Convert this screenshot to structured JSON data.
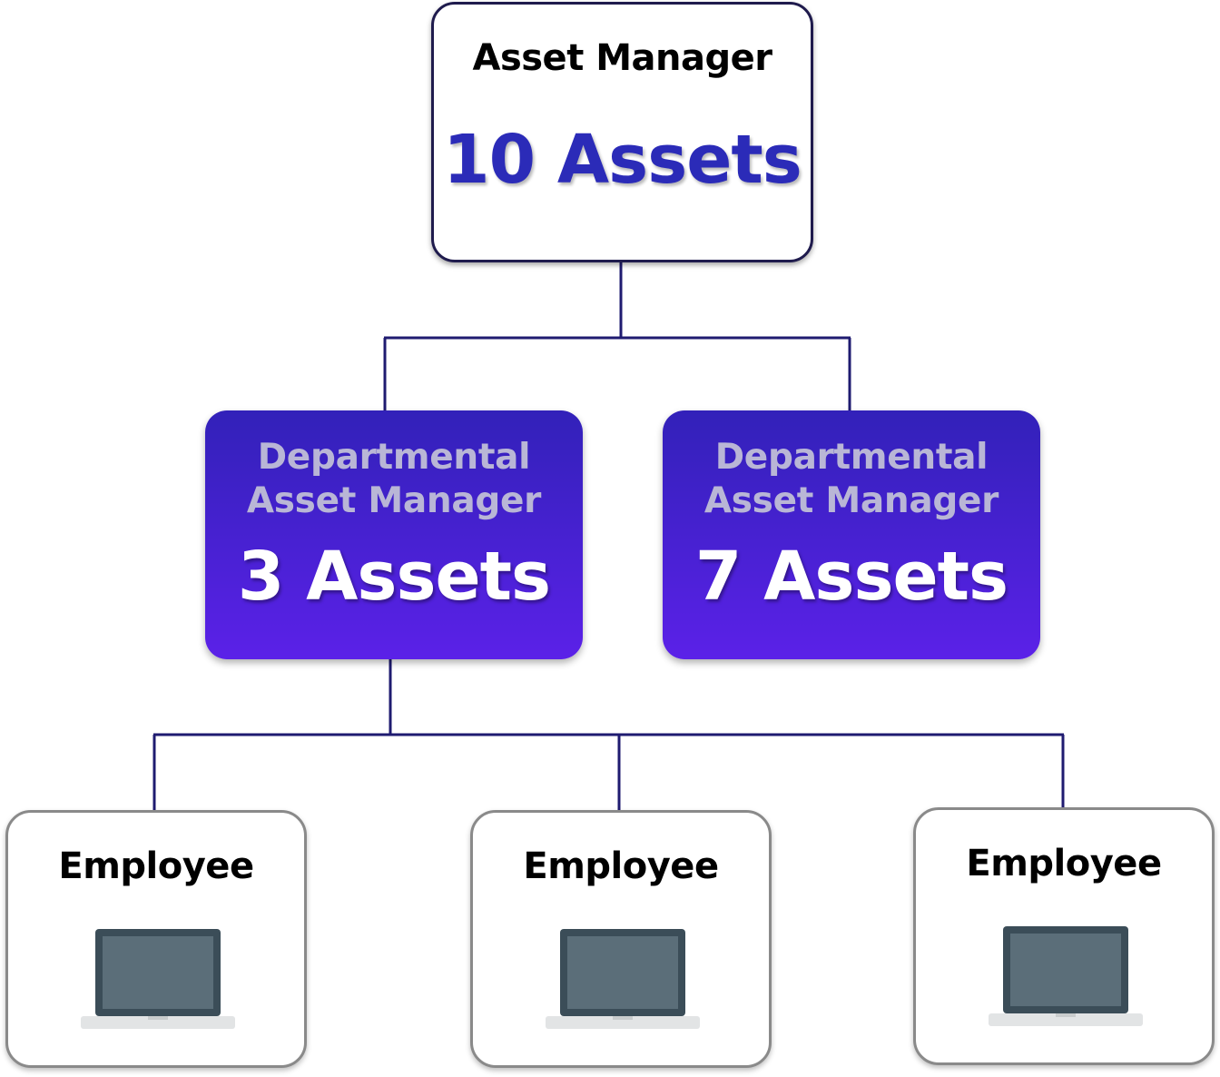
{
  "top": {
    "role": "Asset Manager",
    "count": "10 Assets"
  },
  "departments": [
    {
      "role": "Departmental Asset Manager",
      "count": "3 Assets"
    },
    {
      "role": "Departmental Asset Manager",
      "count": "7 Assets"
    }
  ],
  "employees": [
    {
      "role": "Employee",
      "icon": "laptop-icon"
    },
    {
      "role": "Employee",
      "icon": "laptop-icon"
    },
    {
      "role": "Employee",
      "icon": "laptop-icon"
    }
  ],
  "colors": {
    "connector": "#1f1b70",
    "top_count": "#2b2bb8",
    "dept_gradient_top": "#3221b9",
    "dept_gradient_bottom": "#5b21e8",
    "dept_role_text": "#b9b6d6",
    "laptop_frame": "#3b4d58",
    "laptop_screen": "#5b6e79",
    "laptop_base": "#e2e4e5"
  }
}
